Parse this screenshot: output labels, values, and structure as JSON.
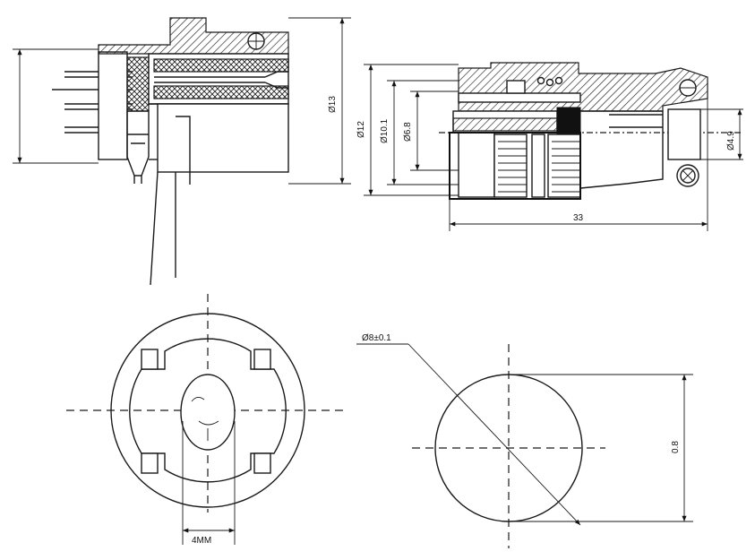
{
  "dimensions": {
    "side_view": {
      "dia_overall": "Ø13"
    },
    "plug_view": {
      "dia_outer": "Ø12",
      "dia_mid": "Ø10.1",
      "dia_inner": "Ø6.8",
      "dia_clamp": "Ø4.9",
      "length": "33"
    },
    "front_view": {
      "key_width": "4MM"
    },
    "panel_cutout": {
      "hole_dia": "Ø8±0.1",
      "flat_height": "0.8"
    }
  }
}
